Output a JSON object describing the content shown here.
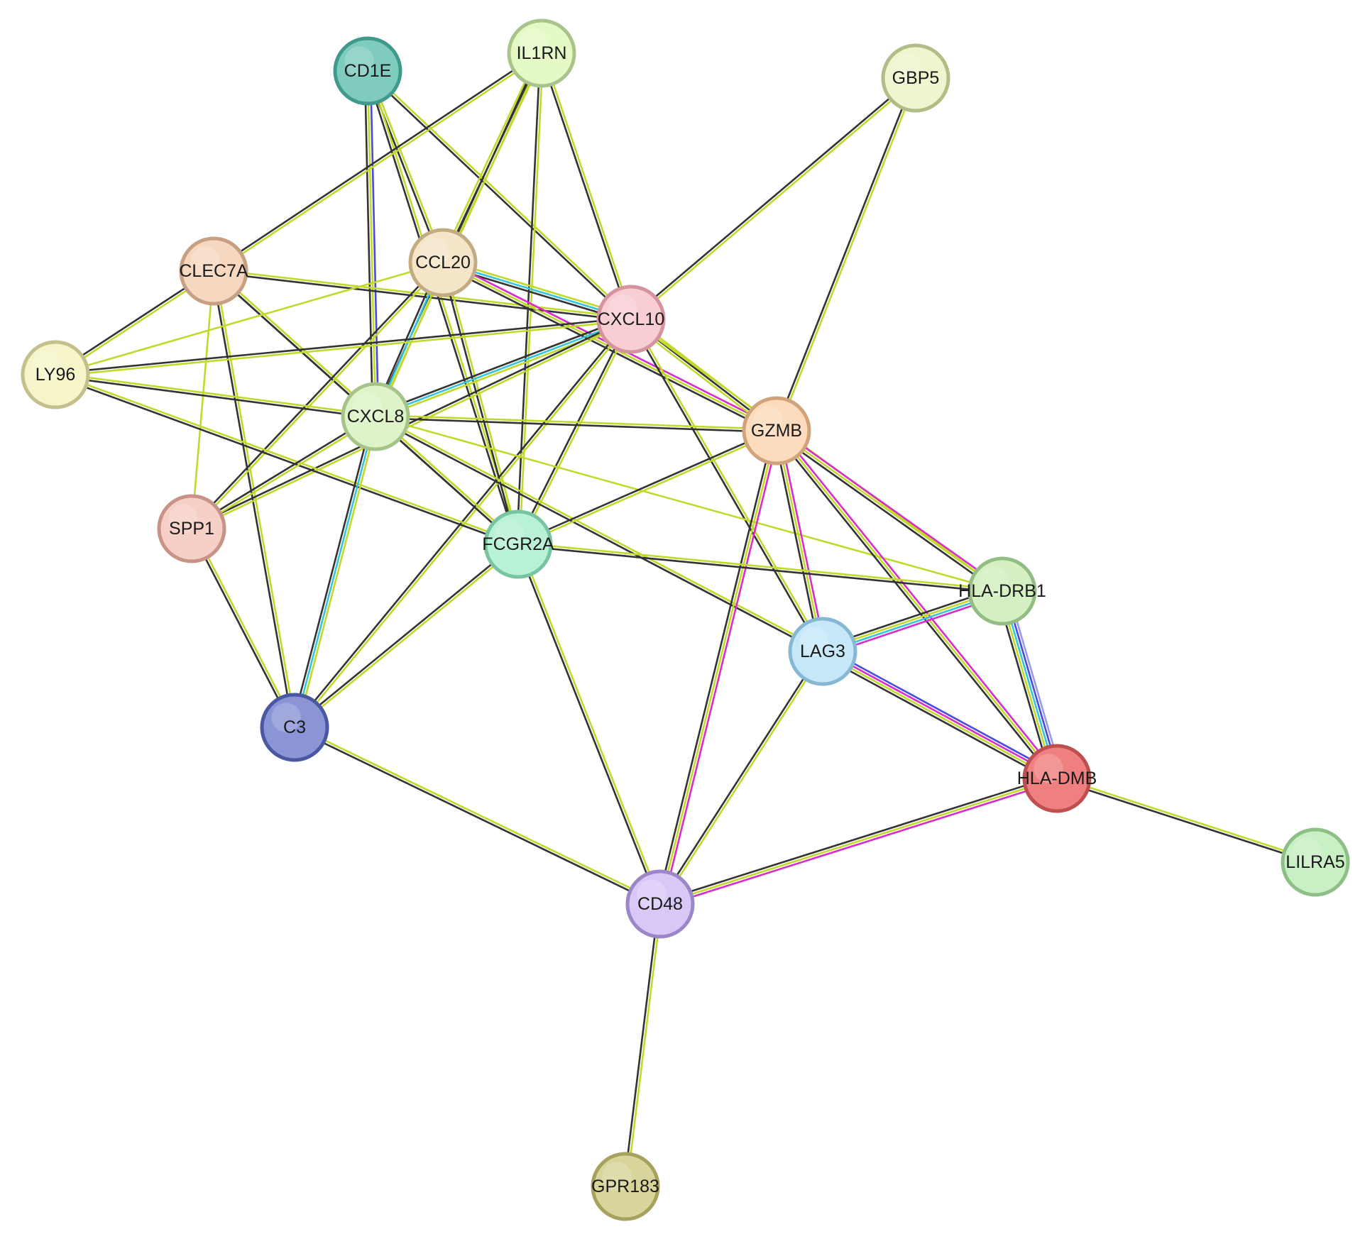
{
  "network": {
    "nodes": [
      {
        "id": "CD1E",
        "label": "CD1E",
        "fill": "#7fccbf",
        "stroke": "#3f9a8c"
      },
      {
        "id": "IL1RN",
        "label": "IL1RN",
        "fill": "#e4f9c4",
        "stroke": "#a8c48a"
      },
      {
        "id": "GBP5",
        "label": "GBP5",
        "fill": "#eef5cf",
        "stroke": "#b1bd86"
      },
      {
        "id": "CLEC7A",
        "label": "CLEC7A",
        "fill": "#f6d8c0",
        "stroke": "#c7a084"
      },
      {
        "id": "CCL20",
        "label": "CCL20",
        "fill": "#f6e6c9",
        "stroke": "#c4ac82"
      },
      {
        "id": "CXCL10",
        "label": "CXCL10",
        "fill": "#f8cdd3",
        "stroke": "#d5939d"
      },
      {
        "id": "LY96",
        "label": "LY96",
        "fill": "#f6f5c9",
        "stroke": "#c3c08b"
      },
      {
        "id": "CXCL8",
        "label": "CXCL8",
        "fill": "#def3c8",
        "stroke": "#a6c38a"
      },
      {
        "id": "GZMB",
        "label": "GZMB",
        "fill": "#fcdcbc",
        "stroke": "#d0a37b"
      },
      {
        "id": "SPP1",
        "label": "SPP1",
        "fill": "#f6cfc6",
        "stroke": "#c89387"
      },
      {
        "id": "FCGR2A",
        "label": "FCGR2A",
        "fill": "#b8f1d5",
        "stroke": "#79c4a0"
      },
      {
        "id": "HLA-DRB1",
        "label": "HLA-DRB1",
        "fill": "#d4f0c3",
        "stroke": "#94bd84"
      },
      {
        "id": "LAG3",
        "label": "LAG3",
        "fill": "#c6e7f8",
        "stroke": "#86b8d3"
      },
      {
        "id": "C3",
        "label": "C3",
        "fill": "#8b95d6",
        "stroke": "#4a57a2"
      },
      {
        "id": "HLA-DMB",
        "label": "HLA-DMB",
        "fill": "#f07f7f",
        "stroke": "#bd4f4f"
      },
      {
        "id": "LILRA5",
        "label": "LILRA5",
        "fill": "#c9efc4",
        "stroke": "#8dbf86"
      },
      {
        "id": "CD48",
        "label": "CD48",
        "fill": "#d9c8f7",
        "stroke": "#9b86c8"
      },
      {
        "id": "GPR183",
        "label": "GPR183",
        "fill": "#d8d59a",
        "stroke": "#a6a15f"
      }
    ],
    "edge_colors": {
      "textmining": "#c2d92a",
      "coexpression": "#333333",
      "database": "#35c5da",
      "experiment": "#d92ccb",
      "homology": "#4a4ae0",
      "homology_light": "#9a9ae8"
    },
    "edges": [
      {
        "source": "CD1E",
        "target": "CCL20",
        "evidence": [
          "textmining",
          "coexpression"
        ]
      },
      {
        "source": "CD1E",
        "target": "CXCL10",
        "evidence": [
          "textmining",
          "coexpression"
        ]
      },
      {
        "source": "CD1E",
        "target": "CXCL8",
        "evidence": [
          "homology",
          "textmining",
          "coexpression"
        ]
      },
      {
        "source": "CD1E",
        "target": "FCGR2A",
        "evidence": [
          "textmining",
          "coexpression"
        ]
      },
      {
        "source": "IL1RN",
        "target": "CCL20",
        "evidence": [
          "textmining",
          "coexpression",
          "textmining"
        ]
      },
      {
        "source": "IL1RN",
        "target": "CXCL10",
        "evidence": [
          "textmining",
          "coexpression"
        ]
      },
      {
        "source": "IL1RN",
        "target": "CXCL8",
        "evidence": [
          "textmining",
          "coexpression"
        ]
      },
      {
        "source": "IL1RN",
        "target": "CLEC7A",
        "evidence": [
          "textmining",
          "coexpression"
        ]
      },
      {
        "source": "IL1RN",
        "target": "FCGR2A",
        "evidence": [
          "textmining",
          "coexpression"
        ]
      },
      {
        "source": "GBP5",
        "target": "CXCL10",
        "evidence": [
          "textmining",
          "coexpression"
        ]
      },
      {
        "source": "GBP5",
        "target": "GZMB",
        "evidence": [
          "textmining",
          "coexpression"
        ]
      },
      {
        "source": "CLEC7A",
        "target": "CXCL10",
        "evidence": [
          "textmining",
          "coexpression"
        ]
      },
      {
        "source": "CLEC7A",
        "target": "CXCL8",
        "evidence": [
          "textmining",
          "coexpression"
        ]
      },
      {
        "source": "CLEC7A",
        "target": "LY96",
        "evidence": [
          "textmining",
          "coexpression"
        ]
      },
      {
        "source": "CLEC7A",
        "target": "C3",
        "evidence": [
          "textmining",
          "coexpression"
        ]
      },
      {
        "source": "CLEC7A",
        "target": "SPP1",
        "evidence": [
          "textmining"
        ]
      },
      {
        "source": "CLEC7A",
        "target": "FCGR2A",
        "evidence": [
          "textmining",
          "coexpression"
        ]
      },
      {
        "source": "CCL20",
        "target": "CXCL10",
        "evidence": [
          "textmining",
          "database",
          "coexpression"
        ]
      },
      {
        "source": "CCL20",
        "target": "CXCL8",
        "evidence": [
          "textmining",
          "database",
          "coexpression"
        ]
      },
      {
        "source": "CCL20",
        "target": "GZMB",
        "evidence": [
          "experiment",
          "textmining",
          "coexpression"
        ]
      },
      {
        "source": "CCL20",
        "target": "LY96",
        "evidence": [
          "textmining"
        ]
      },
      {
        "source": "CCL20",
        "target": "SPP1",
        "evidence": [
          "textmining",
          "coexpression"
        ]
      },
      {
        "source": "CCL20",
        "target": "FCGR2A",
        "evidence": [
          "textmining",
          "coexpression"
        ]
      },
      {
        "source": "CXCL10",
        "target": "CXCL8",
        "evidence": [
          "textmining",
          "database",
          "coexpression"
        ]
      },
      {
        "source": "CXCL10",
        "target": "GZMB",
        "evidence": [
          "textmining",
          "coexpression",
          "textmining"
        ]
      },
      {
        "source": "CXCL10",
        "target": "LY96",
        "evidence": [
          "textmining",
          "coexpression"
        ]
      },
      {
        "source": "CXCL10",
        "target": "SPP1",
        "evidence": [
          "textmining",
          "coexpression"
        ]
      },
      {
        "source": "CXCL10",
        "target": "FCGR2A",
        "evidence": [
          "textmining",
          "coexpression"
        ]
      },
      {
        "source": "CXCL10",
        "target": "C3",
        "evidence": [
          "textmining",
          "coexpression"
        ]
      },
      {
        "source": "CXCL10",
        "target": "LAG3",
        "evidence": [
          "textmining",
          "coexpression"
        ]
      },
      {
        "source": "CXCL10",
        "target": "HLA-DRB1",
        "evidence": [
          "textmining"
        ]
      },
      {
        "source": "LY96",
        "target": "CXCL8",
        "evidence": [
          "textmining",
          "coexpression"
        ]
      },
      {
        "source": "LY96",
        "target": "FCGR2A",
        "evidence": [
          "textmining",
          "coexpression"
        ]
      },
      {
        "source": "CXCL8",
        "target": "GZMB",
        "evidence": [
          "textmining",
          "coexpression"
        ]
      },
      {
        "source": "CXCL8",
        "target": "SPP1",
        "evidence": [
          "textmining",
          "coexpression"
        ]
      },
      {
        "source": "CXCL8",
        "target": "FCGR2A",
        "evidence": [
          "textmining",
          "coexpression"
        ]
      },
      {
        "source": "CXCL8",
        "target": "C3",
        "evidence": [
          "textmining",
          "database",
          "coexpression"
        ]
      },
      {
        "source": "CXCL8",
        "target": "LAG3",
        "evidence": [
          "textmining",
          "coexpression"
        ]
      },
      {
        "source": "CXCL8",
        "target": "HLA-DRB1",
        "evidence": [
          "textmining"
        ]
      },
      {
        "source": "GZMB",
        "target": "FCGR2A",
        "evidence": [
          "textmining",
          "coexpression"
        ]
      },
      {
        "source": "GZMB",
        "target": "LAG3",
        "evidence": [
          "experiment",
          "textmining",
          "coexpression"
        ]
      },
      {
        "source": "GZMB",
        "target": "HLA-DRB1",
        "evidence": [
          "experiment",
          "textmining",
          "coexpression"
        ]
      },
      {
        "source": "GZMB",
        "target": "HLA-DMB",
        "evidence": [
          "experiment",
          "textmining",
          "coexpression"
        ]
      },
      {
        "source": "GZMB",
        "target": "CD48",
        "evidence": [
          "experiment",
          "textmining",
          "coexpression"
        ]
      },
      {
        "source": "SPP1",
        "target": "C3",
        "evidence": [
          "textmining",
          "coexpression"
        ]
      },
      {
        "source": "FCGR2A",
        "target": "HLA-DRB1",
        "evidence": [
          "textmining",
          "coexpression"
        ]
      },
      {
        "source": "FCGR2A",
        "target": "C3",
        "evidence": [
          "textmining",
          "coexpression"
        ]
      },
      {
        "source": "FCGR2A",
        "target": "CD48",
        "evidence": [
          "textmining",
          "coexpression"
        ]
      },
      {
        "source": "HLA-DRB1",
        "target": "LAG3",
        "evidence": [
          "experiment",
          "database",
          "textmining",
          "coexpression"
        ]
      },
      {
        "source": "HLA-DRB1",
        "target": "HLA-DMB",
        "evidence": [
          "homology_light",
          "homology",
          "database",
          "textmining",
          "coexpression"
        ]
      },
      {
        "source": "LAG3",
        "target": "HLA-DMB",
        "evidence": [
          "homology",
          "experiment",
          "textmining",
          "coexpression"
        ]
      },
      {
        "source": "LAG3",
        "target": "CD48",
        "evidence": [
          "textmining",
          "coexpression"
        ]
      },
      {
        "source": "C3",
        "target": "CD48",
        "evidence": [
          "textmining",
          "coexpression"
        ]
      },
      {
        "source": "HLA-DMB",
        "target": "CD48",
        "evidence": [
          "experiment",
          "textmining",
          "coexpression"
        ]
      },
      {
        "source": "HLA-DMB",
        "target": "LILRA5",
        "evidence": [
          "textmining",
          "coexpression"
        ]
      },
      {
        "source": "CD48",
        "target": "GPR183",
        "evidence": [
          "textmining",
          "coexpression"
        ]
      }
    ]
  }
}
